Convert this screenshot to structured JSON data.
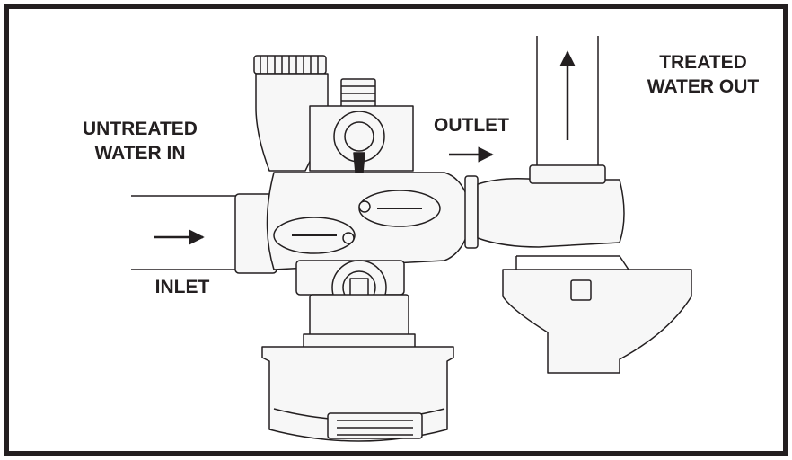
{
  "labels": {
    "untreated_line1": "UNTREATED",
    "untreated_line2": "WATER IN",
    "inlet": "INLET",
    "outlet": "OUTLET",
    "treated_line1": "TREATED",
    "treated_line2": "WATER OUT"
  },
  "colors": {
    "ink": "#231f20",
    "background": "#ffffff",
    "part_fill": "#f7f7f7"
  }
}
